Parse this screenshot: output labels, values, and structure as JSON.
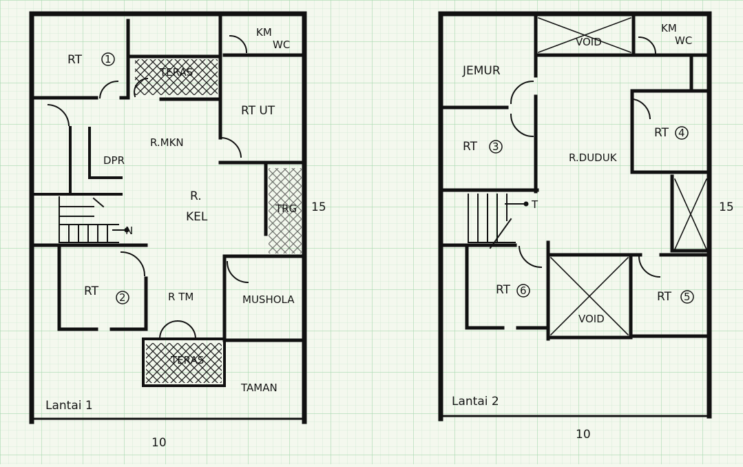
{
  "floor1": {
    "title": "Lantai 1",
    "width_dim": "10",
    "depth_dim": "15",
    "rooms": {
      "rt1": "RT",
      "rt1_num": "1",
      "teras_top": "TERAS",
      "km_wc": "KM",
      "km_wc2": "WC",
      "rt_ut": "RT UT",
      "r_mkn": "R.MKN",
      "dpr": "DPR",
      "r_kel1": "R.",
      "r_kel2": "KEL",
      "trg": "TRG",
      "stair_mark": "N",
      "rt2": "RT",
      "rt2_num": "2",
      "r_tm": "R TM",
      "musholla": "MUSHOLA",
      "teras_front": "TERAS",
      "taman": "TAMAN"
    }
  },
  "floor2": {
    "title": "Lantai 2",
    "width_dim": "10",
    "depth_dim": "15",
    "rooms": {
      "void_top": "VOID",
      "km_wc": "KM",
      "km_wc2": "WC",
      "jemur": "JEMUR",
      "rt3": "RT",
      "rt3_num": "3",
      "r_duduk": "R.DUDUK",
      "rt4": "RT",
      "rt4_num": "4",
      "stair_mark": "T",
      "rt6": "RT",
      "rt6_num": "6",
      "void_mid": "VOID",
      "rt5": "RT",
      "rt5_num": "5"
    }
  },
  "colors": {
    "paper": "#f4f8ee",
    "grid": "#9fd3a8",
    "ink": "#111111"
  }
}
